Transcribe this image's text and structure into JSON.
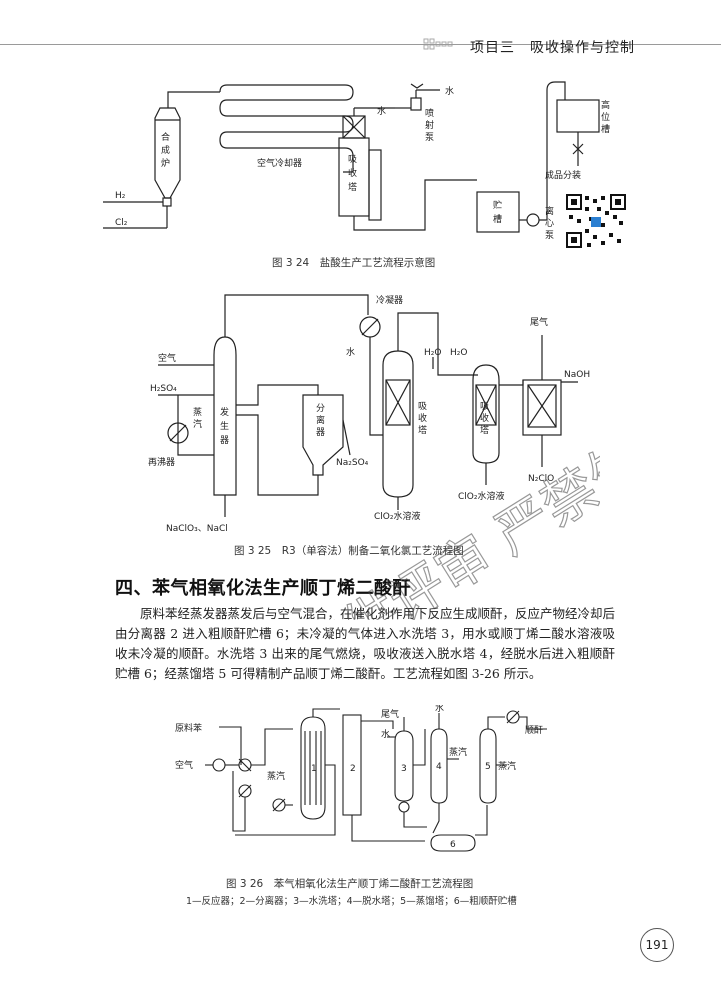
{
  "header": {
    "text": "项目三　吸收操作与控制"
  },
  "fig24": {
    "caption": "图 3 24　盐酸生产工艺流程示意图",
    "labels": {
      "h2": "H₂",
      "cl2": "Cl₂",
      "furnace": [
        "合",
        "成",
        "炉"
      ],
      "cooler": "空气冷却器",
      "tower": [
        "吸",
        "收",
        "塔"
      ],
      "water1": "水",
      "water2": "水",
      "jet": [
        "喷",
        "射",
        "泵"
      ],
      "tank_high": [
        "高",
        "位",
        "槽"
      ],
      "tank_store": [
        "贮",
        "槽"
      ],
      "pump": [
        "离",
        "心",
        "泵"
      ],
      "product": "成品分装"
    }
  },
  "fig25": {
    "caption": "图 3 25　R3（单容法）制备二氧化氯工艺流程图",
    "labels": {
      "condenser": "冷凝器",
      "air": "空气",
      "h2so4": "H₂SO₄",
      "steam": [
        "蒸",
        "汽"
      ],
      "reboiler": "再沸器",
      "generator": [
        "发",
        "生",
        "器"
      ],
      "separator": [
        "分",
        "离",
        "器"
      ],
      "na2so4": "Na₂SO₄",
      "water": "水",
      "h2o1": "H₂O",
      "h2o2": "H₂O",
      "tail": "尾气",
      "naoh": "NaOH",
      "absorber1": [
        "吸",
        "收",
        "塔"
      ],
      "absorber2": [
        "吸",
        "收",
        "塔"
      ],
      "clo2_1": "ClO₂水溶液",
      "clo2_2": "ClO₂水溶液",
      "n2clo": "N₂ClO",
      "feed": "NaClO₃、NaCl"
    }
  },
  "section": {
    "title": "四、苯气相氧化法生产顺丁烯二酸酐"
  },
  "body": {
    "paragraph": "原料苯经蒸发器蒸发后与空气混合，在催化剂作用下反应生成顺酐，反应产物经冷却后由分离器 2 进入粗顺酐贮槽 6；未冷凝的气体进入水洗塔 3，用水或顺丁烯二酸水溶液吸收未冷凝的顺酐。水洗塔 3 出来的尾气燃烧，吸收液送入脱水塔 4，经脱水后进入粗顺酐贮槽 6；经蒸馏塔 5 可得精制产品顺丁烯二酸酐。工艺流程如图 3-26 所示。"
  },
  "fig26": {
    "caption": "图 3 26　苯气相氧化法生产顺丁烯二酸酐工艺流程图",
    "legend": "1—反应器；2—分离器；3—水洗塔；4—脱水塔；5—蒸馏塔；6—粗顺酐贮槽",
    "labels": {
      "benzene": "原料苯",
      "air": "空气",
      "steam1": "蒸汽",
      "tail": "尾气",
      "water1": "水",
      "water2": "水",
      "steam2": "蒸汽",
      "steam3": "蒸汽",
      "product": "顺酐",
      "n1": "1",
      "n2": "2",
      "n3": "3",
      "n4": "4",
      "n5": "5",
      "n6": "6"
    }
  },
  "watermark": {
    "text": "仅供评审 严禁外传"
  },
  "page": {
    "number": "191"
  }
}
